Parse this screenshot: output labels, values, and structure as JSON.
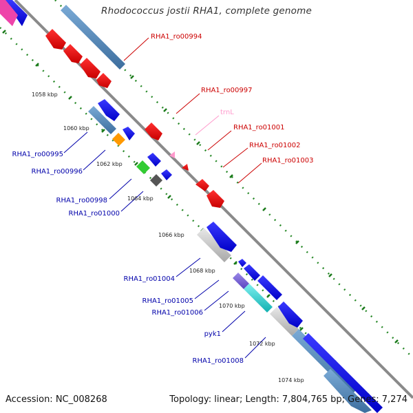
{
  "title": "Rhodococcus jostii RHA1, complete genome",
  "footer": {
    "accession": "Accession: NC_008268",
    "summary": "Topology: linear; Length: 7,804,765 bp; Genes: 7,274"
  },
  "colors": {
    "backbone": "#8a8a8a",
    "forward_label": "#cc0000",
    "reverse_label": "#0000aa",
    "trna_label": "#ff99cc",
    "ruler_dots": "#2a8a2a",
    "ruler_ticks": "#1a7a1a"
  },
  "ruler_labels": [
    "1058 kbp",
    "1060 kbp",
    "1062 kbp",
    "1064 kbp",
    "1066 kbp",
    "1068 kbp",
    "1070 kbp",
    "1072 kbp",
    "1074 kbp"
  ],
  "forward_labels": [
    "RHA1_ro00994",
    "RHA1_ro00997",
    "trnL",
    "RHA1_ro01001",
    "RHA1_ro01002",
    "RHA1_ro01003"
  ],
  "reverse_labels": [
    "RHA1_ro00995",
    "RHA1_ro00996",
    "RHA1_ro00998",
    "RHA1_ro01000",
    "RHA1_ro01004",
    "RHA1_ro01005",
    "RHA1_ro01006",
    "pyk1",
    "RHA1_ro01008"
  ]
}
